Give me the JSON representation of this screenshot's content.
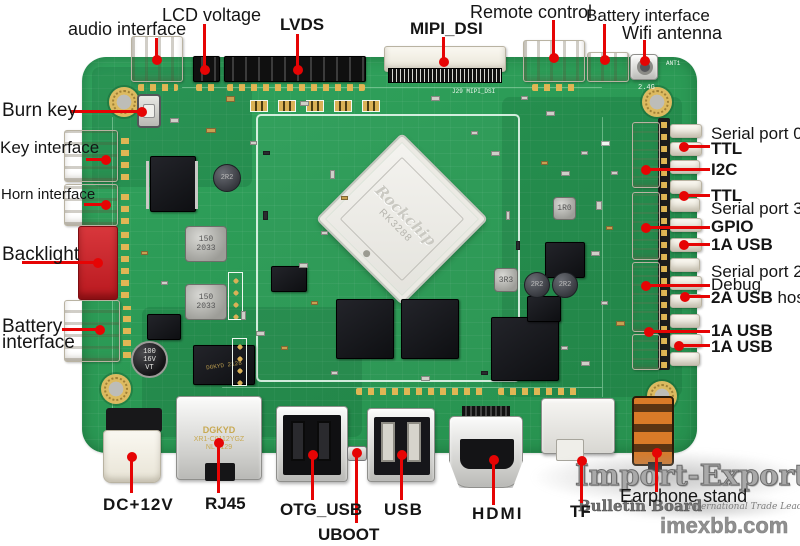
{
  "labels": {
    "audio_interface": "audio interface",
    "lcd_voltage": "LCD voltage",
    "lvds": "LVDS",
    "mipi_dsi": "MIPI_DSI",
    "remote_control": "Remote control",
    "battery_interface_top": "Battery interface",
    "wifi_antenna": "Wifi antenna",
    "burn_key": "Burn key",
    "key_interface": "Key interface",
    "horn_interface": "Horn interface",
    "backlight": "Backlight",
    "battery_left1": "Battery",
    "battery_left2": "interface",
    "serial_port_0": "Serial port 0",
    "ttl_a": "TTL",
    "i2c": "I2C",
    "ttl_b": "TTL",
    "serial_port_3": "Serial port 3",
    "gpio": "GPIO",
    "usb_1a_a": "1A USB",
    "serial_port_2": "Serial port 2",
    "debug": "Debug",
    "usb_2a": "2A USB",
    "usb_2a_host": " host",
    "usb_1a_b": "1A USB",
    "usb_1a_c": "1A USB",
    "dc_12v": "DC+12V",
    "rj45": "RJ45",
    "otg_usb": "OTG_USB",
    "uboot": "UBOOT",
    "usb": "USB",
    "hdmi": "HDMI",
    "tf": "TF",
    "earphone_stand": "Earphone stand"
  },
  "silkscreen": {
    "ant": "ANT1",
    "wifi_band": "2.4G",
    "mipi_ref": "J29 MIPI_DSI",
    "soc_brand": "Rockchip",
    "soc_model": "RK3288",
    "cap1": "100",
    "cap2": "16V",
    "cap3": "VT",
    "ind_a1": "150",
    "ind_a2": "2033",
    "ind_2r2": "2R2",
    "ind_3r3": "3R3",
    "ind_1r0": "1R0",
    "rj45_brand": "DGKYD",
    "rj45_model": "XR1-C0112YGZ",
    "rj45_code": "NL 2129",
    "transformer": "DGKYD 2128"
  },
  "watermark": {
    "title": "Import-Export",
    "board_name": "Bulletin Board",
    "tagline": "International Trade Leads",
    "site": "imexbb.com"
  },
  "colors": {
    "pcb_green": "#2b9a55",
    "annotation_red": "#e60404",
    "label_black": "#151515",
    "backlight_red": "#c8242a",
    "gold": "#e0b654"
  }
}
